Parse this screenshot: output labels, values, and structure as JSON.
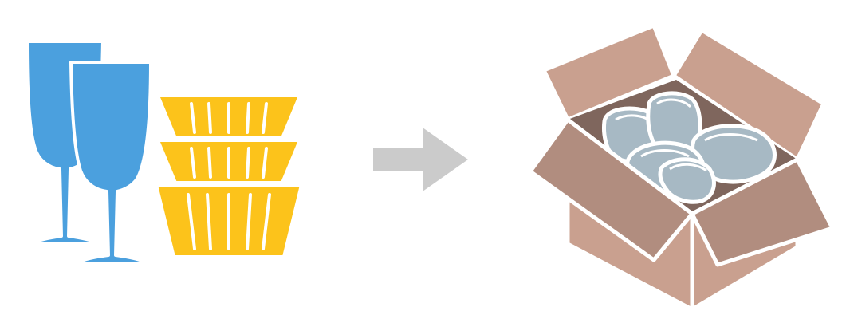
{
  "illustration": {
    "glasses": {
      "icon": "wine-glass-icon",
      "count": 2,
      "color": "#4ba0de"
    },
    "bowls": {
      "icon": "stacked-bowls-icon",
      "count": 3,
      "color": "#fcc31b"
    },
    "arrow": {
      "icon": "arrow-right-icon",
      "color": "#cbcbcb"
    },
    "box": {
      "icon": "open-box-icon",
      "colors": {
        "flap": "#c9a08f",
        "front": "#b18d7f",
        "inside": "#7f665d"
      },
      "wrapped_items": {
        "icon": "bubble-wrapped-item-icon",
        "count": 5,
        "color": "#a7b9c4"
      }
    }
  }
}
